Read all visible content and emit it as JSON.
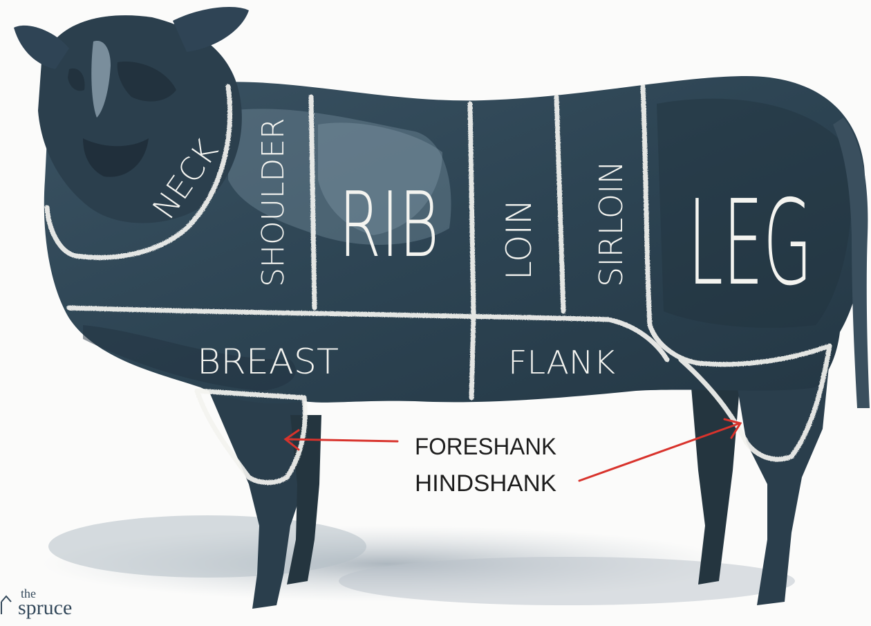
{
  "diagram": {
    "cuts": {
      "neck": "NECK",
      "shoulder": "SHOULDER",
      "rib": "RIB",
      "loin": "LOIN",
      "sirloin": "SIRLOIN",
      "leg": "LEG",
      "breast": "BREAST",
      "flank": "FLANK"
    },
    "callouts": {
      "foreshank": "FORESHANK",
      "hindshank": "HINDSHANK"
    }
  },
  "brand": {
    "the": "the",
    "name": "spruce"
  },
  "colors": {
    "body": "#2f4555",
    "body_dark": "#22323f",
    "body_light": "#6f8797",
    "chalk": "#f4f4f0",
    "arrow": "#d8332c",
    "shadow": "#b9c2c9"
  }
}
